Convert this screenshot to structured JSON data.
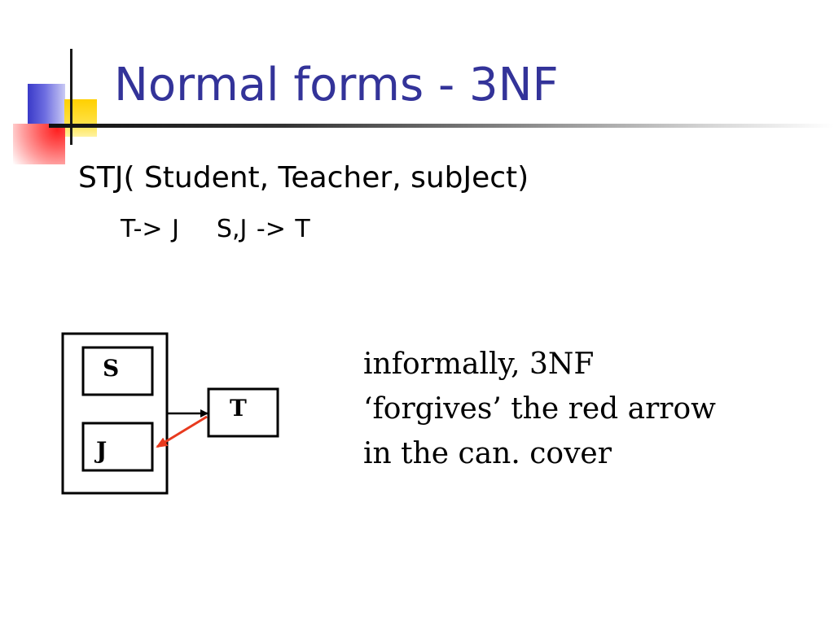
{
  "slide": {
    "title": "Normal forms - 3NF",
    "relation": "STJ( Student, Teacher, subJect)",
    "fd_1": "T-> J",
    "fd_2": "S,J -> T",
    "diagram": {
      "node_s": "S",
      "node_j": "J",
      "node_t": "T"
    },
    "note": {
      "line_1": "informally, 3NF",
      "line_2": "‘forgives’ the red arrow",
      "line_3": "in the can. cover"
    }
  },
  "colors": {
    "title": "#333399",
    "red_arrow": "#e83a1e",
    "black_arrow": "#000000"
  }
}
